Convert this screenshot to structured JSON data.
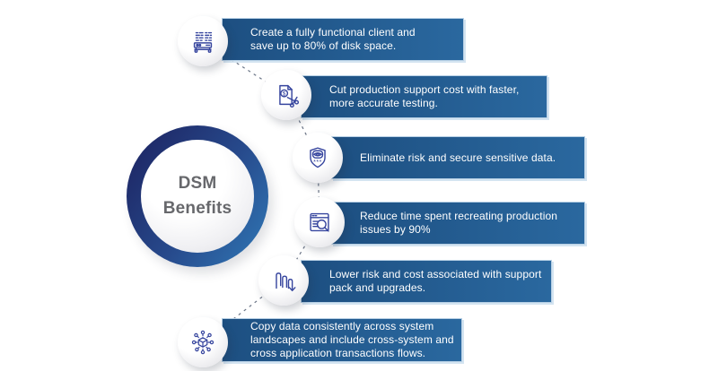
{
  "hub": {
    "title": "DSM\nBenefits"
  },
  "benefits": [
    {
      "icon": "server-client-icon",
      "text": "Create a fully functional client and\nsave up to 80% of disk space."
    },
    {
      "icon": "cost-cutting-icon",
      "text": "Cut production support cost with faster,\nmore accurate testing."
    },
    {
      "icon": "shield-eye-icon",
      "text": "Eliminate risk and secure sensitive data."
    },
    {
      "icon": "issue-search-icon",
      "text": "Reduce time spent recreating production\nissues by 90%"
    },
    {
      "icon": "declining-bars-icon",
      "text": "Lower risk and cost associated with support\npack and upgrades."
    },
    {
      "icon": "data-distribution-icon",
      "text": "Copy data consistently across system\nlandscapes and  include cross-system and\ncross application transactions flows."
    }
  ],
  "colors": {
    "bar_blue_dark": "#1d4f81",
    "bar_blue_light": "#2a689f",
    "bar_edge_light": "#b7d0e5",
    "ring_navy": "#1f2c6b",
    "ring_blue": "#2f74b2",
    "icon_navy": "#36459e",
    "title_gray": "#67686c",
    "bar_text_white": "#ffffff",
    "connector_gray": "#6a7486"
  }
}
